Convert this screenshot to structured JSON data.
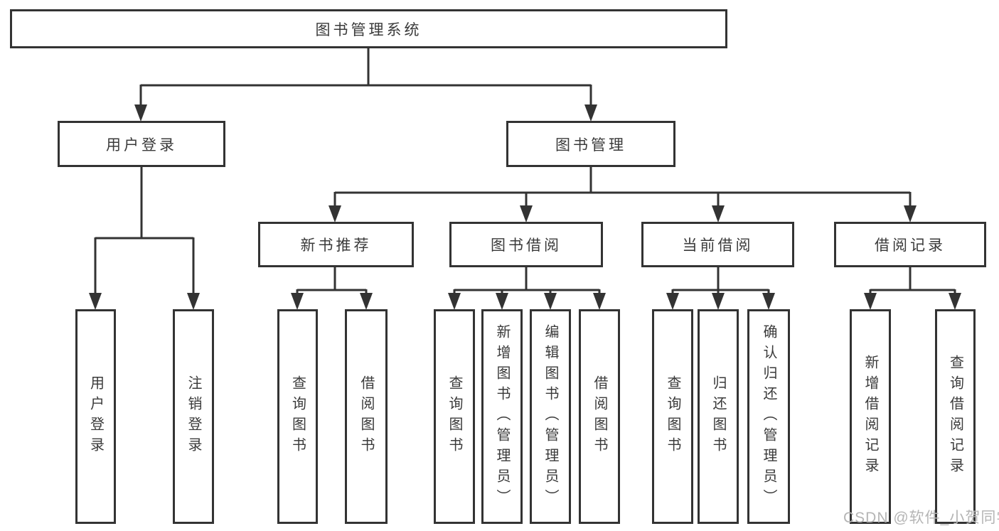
{
  "colors": {
    "line": "#333333",
    "box_border": "#333333",
    "box_background": "#ffffff",
    "text": "#3a3a3a",
    "watermark_text": "#b5b5b5"
  },
  "tree": {
    "root": {
      "label": "图书管理系统"
    },
    "level2": [
      {
        "label": "用户登录"
      },
      {
        "label": "图书管理"
      }
    ],
    "level3": [
      {
        "label": "新书推荐",
        "parent": "图书管理"
      },
      {
        "label": "图书借阅",
        "parent": "图书管理"
      },
      {
        "label": "当前借阅",
        "parent": "图书管理"
      },
      {
        "label": "借阅记录",
        "parent": "图书管理"
      }
    ],
    "leaves": [
      {
        "label": "用户登录",
        "parent": "用户登录"
      },
      {
        "label": "注销登录",
        "parent": "用户登录"
      },
      {
        "label": "查询图书",
        "parent": "新书推荐"
      },
      {
        "label": "借阅图书",
        "parent": "新书推荐"
      },
      {
        "label": "查询图书",
        "parent": "图书借阅"
      },
      {
        "label": "新增图书（管理员）",
        "parent": "图书借阅"
      },
      {
        "label": "编辑图书（管理员）",
        "parent": "图书借阅"
      },
      {
        "label": "借阅图书",
        "parent": "图书借阅"
      },
      {
        "label": "查询图书",
        "parent": "当前借阅"
      },
      {
        "label": "归还图书",
        "parent": "当前借阅"
      },
      {
        "label": "确认归还（管理员）",
        "parent": "当前借阅"
      },
      {
        "label": "新增借阅记录",
        "parent": "借阅记录"
      },
      {
        "label": "查询借阅记录",
        "parent": "借阅记录"
      }
    ]
  },
  "watermark": {
    "text": "CSDN @软件_小贺同学"
  }
}
